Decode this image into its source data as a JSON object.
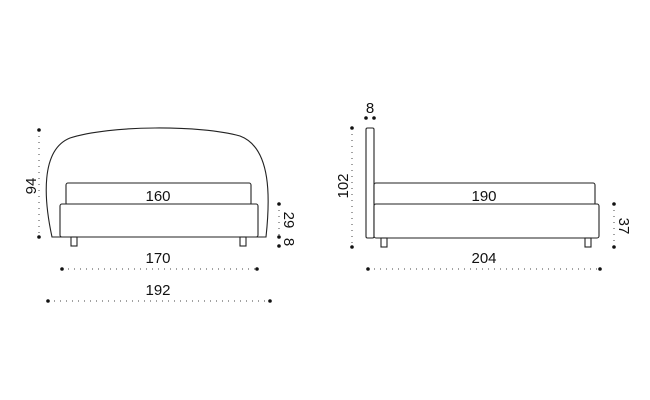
{
  "front_view": {
    "height_total": "94",
    "mattress_width": "160",
    "base_height": "29",
    "leg_height": "8",
    "base_width": "170",
    "overall_width": "192"
  },
  "side_view": {
    "headboard_thickness": "8",
    "height_total": "102",
    "mattress_length": "190",
    "base_height": "37",
    "overall_length": "204"
  }
}
